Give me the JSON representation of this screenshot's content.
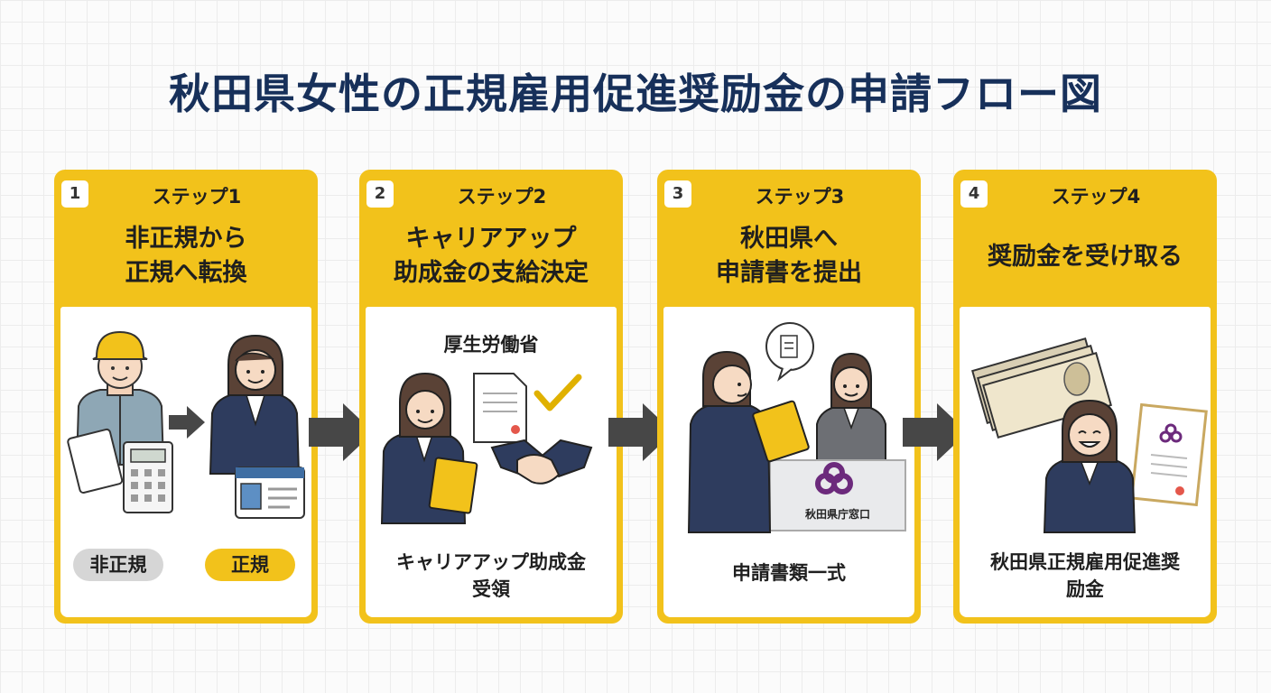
{
  "title": "秋田県女性の正規雇用促進奨励金の申請フロー図",
  "steps": [
    {
      "number": "1",
      "label": "ステップ1",
      "title_lines": [
        "非正規から",
        "正規へ転換"
      ],
      "tags": [
        "非正規",
        "正規"
      ]
    },
    {
      "number": "2",
      "label": "ステップ2",
      "title_lines": [
        "キャリアアップ",
        "助成金の支給決定"
      ],
      "heading": "厚生労働省",
      "caption_lines": [
        "キャリアアップ助成金",
        "受領"
      ]
    },
    {
      "number": "3",
      "label": "ステップ3",
      "title_lines": [
        "秋田県へ",
        "申請書を提出"
      ],
      "desk_label": "秋田県庁窓口",
      "caption_lines": [
        "申請書類一式"
      ]
    },
    {
      "number": "4",
      "label": "ステップ4",
      "title_lines": [
        "奨励金を受け取る"
      ],
      "caption_lines": [
        "秋田県正規雇用促進奨",
        "励金"
      ]
    }
  ],
  "colors": {
    "accent": "#f2c21b",
    "title": "#17305a",
    "arrow": "#474747"
  }
}
